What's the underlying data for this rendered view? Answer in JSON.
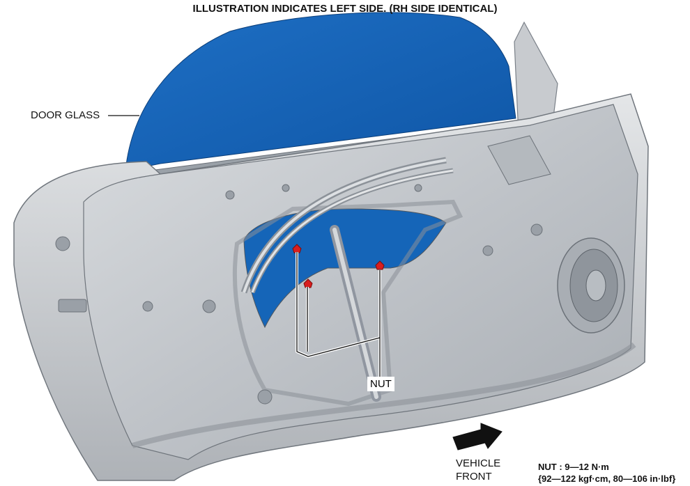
{
  "title": "ILLUSTRATION INDICATES LEFT SIDE. (RH SIDE IDENTICAL)",
  "labels": {
    "door_glass": "DOOR GLASS",
    "nut": "NUT",
    "vehicle_front_line1": "VEHICLE",
    "vehicle_front_line2": "FRONT"
  },
  "spec": {
    "line1": "NUT : 9—12 N·m",
    "line2": "{92—122 kgf·cm, 80—106 in·lbf}"
  },
  "colors": {
    "glass": "#1565b8",
    "door_panel": "#bfc3c8",
    "nut_marker": "#d81e1e"
  }
}
